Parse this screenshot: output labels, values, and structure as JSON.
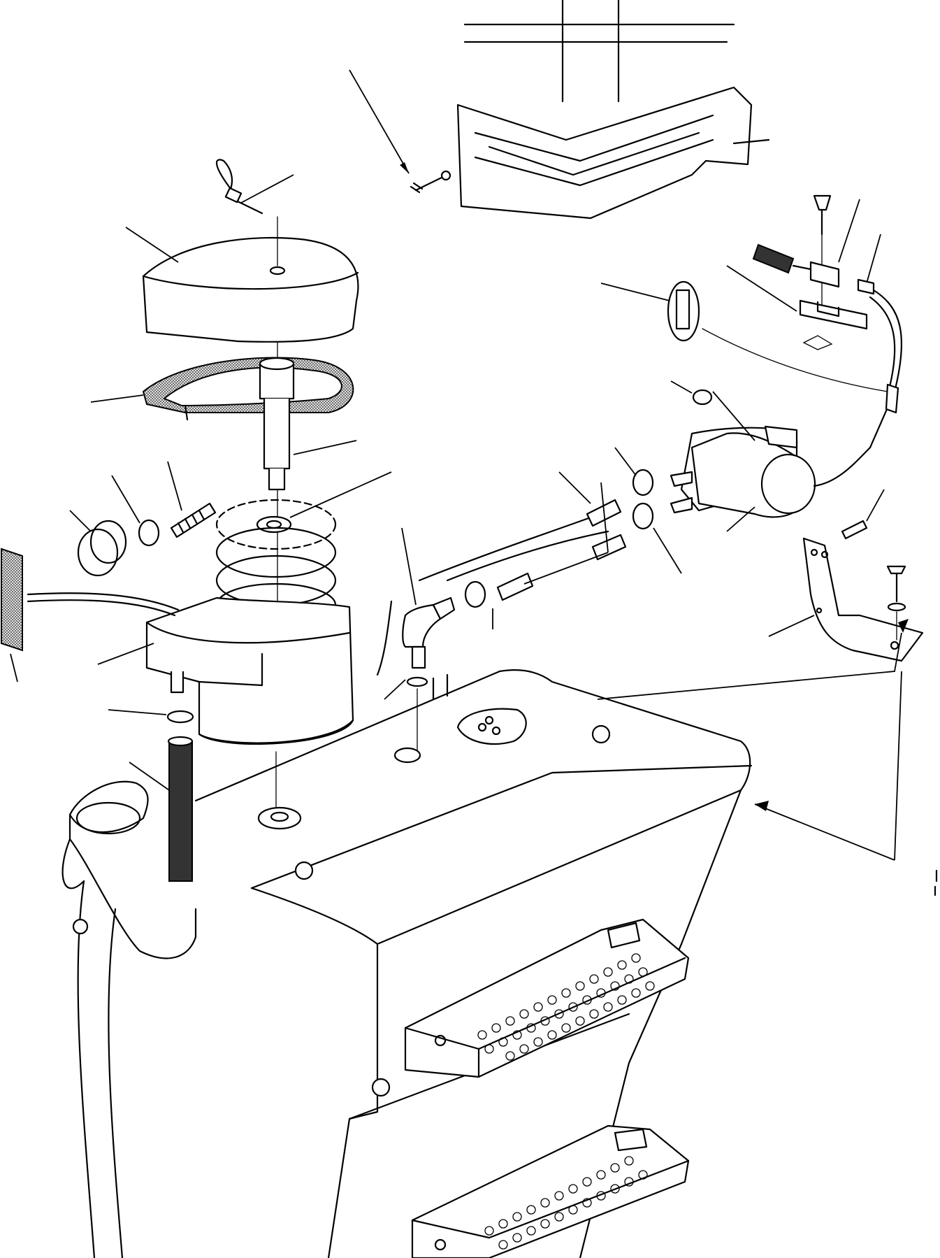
{
  "diagram": {
    "kind": "exploded-parts-view",
    "colors": {
      "line": "#000000",
      "background": "#ffffff",
      "mesh": "#555555"
    },
    "parts": [
      "cab-corner-bracket",
      "bracket-screw",
      "lanyard-pin",
      "filter-cover",
      "seal-ring",
      "center-stud",
      "washer",
      "filter-element",
      "filter-housing",
      "thumb-knob",
      "stud-spring",
      "hose-clamp",
      "elbow-fitting",
      "hose",
      "pump-motor",
      "mounting-bracket",
      "fuse-holder",
      "connector",
      "grommet",
      "strip",
      "fuel-tank",
      "step-upper",
      "step-lower"
    ]
  }
}
